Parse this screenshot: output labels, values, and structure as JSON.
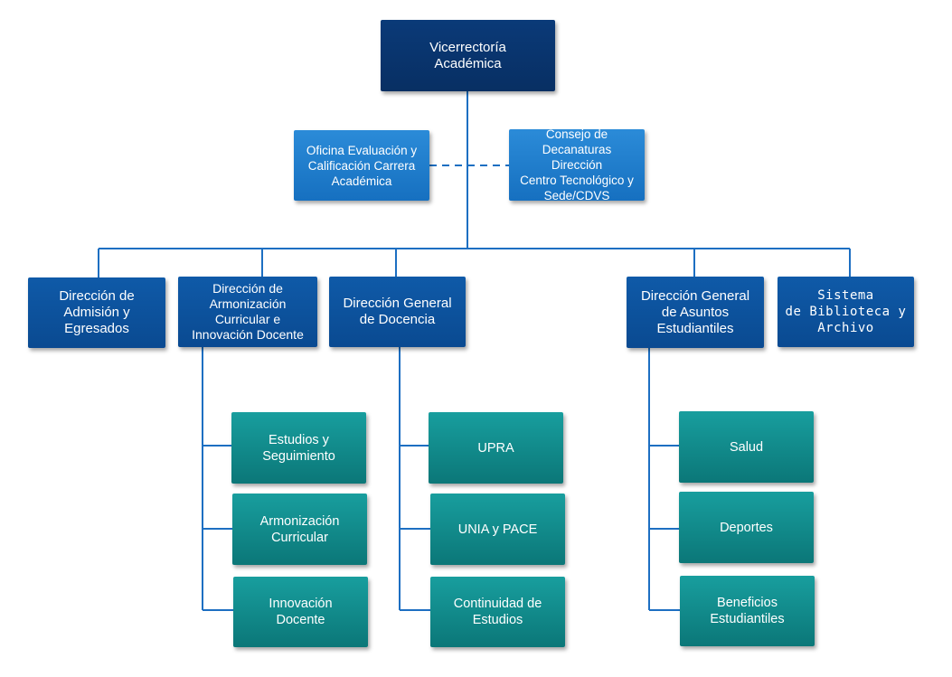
{
  "root": {
    "label": "Vicerrectoría\nAcadémica"
  },
  "staff": [
    {
      "label": "Oficina Evaluación y\nCalificación Carrera\nAcadémica"
    },
    {
      "label": "Consejo de\nDecanaturas Dirección\nCentro Tecnológico y\nSede/CDVS"
    }
  ],
  "directions": [
    {
      "label": "Dirección de\nAdmisión y\nEgresados"
    },
    {
      "label": "Dirección de\nArmonización\nCurricular e\nInnovación Docente"
    },
    {
      "label": "Dirección General\nde Docencia"
    },
    {
      "label": "Dirección General\nde Asuntos\nEstudiantiles"
    },
    {
      "label": "Sistema\nde Biblioteca y\nArchivo"
    }
  ],
  "armonizacion_units": [
    {
      "label": "Estudios y\nSeguimiento"
    },
    {
      "label": "Armonización\nCurricular"
    },
    {
      "label": "Innovación\nDocente"
    }
  ],
  "docencia_units": [
    {
      "label": "UPRA"
    },
    {
      "label": "UNIA y PACE"
    },
    {
      "label": "Continuidad de\nEstudios"
    }
  ],
  "estudiantiles_units": [
    {
      "label": "Salud"
    },
    {
      "label": "Deportes"
    },
    {
      "label": "Beneficios\nEstudiantiles"
    }
  ],
  "colors": {
    "connector": "#1d6fc2",
    "dark_box": "#0a3a78",
    "mid_box": "#0f5aa8",
    "light_box": "#2b8bd8",
    "teal_box": "#0f8a8b"
  }
}
